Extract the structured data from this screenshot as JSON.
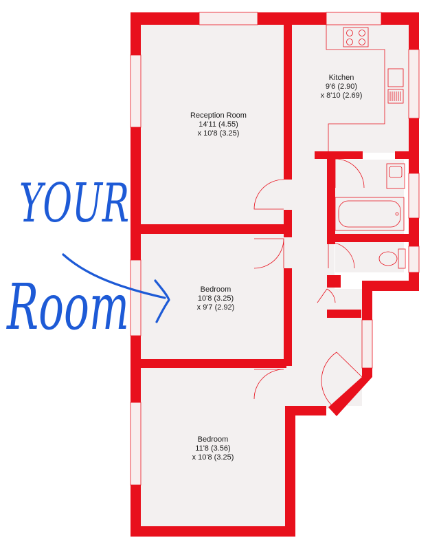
{
  "colors": {
    "wall": "#e8101c",
    "floor": "#f3f0f0",
    "window": "#f8eeee",
    "fixture_line": "#e8101c",
    "text": "#1a1a1a",
    "handwriting": "#1d5ad6"
  },
  "rooms": [
    {
      "name": "Reception Room",
      "dim1": "14'11 (4.55)",
      "dim2": "x 10'8 (3.25)"
    },
    {
      "name": "Kitchen",
      "dim1": "9'6 (2.90)",
      "dim2": "x 8'10 (2.69)"
    },
    {
      "name": "Bedroom",
      "dim1": "10'8 (3.25)",
      "dim2": "x 9'7 (2.92)"
    },
    {
      "name": "Bedroom",
      "dim1": "11'8 (3.56)",
      "dim2": "x 10'8 (3.25)"
    }
  ],
  "annotation": {
    "line1": "YOUR",
    "line2": "Room",
    "arrow_icon": "hand-drawn-arrow-icon"
  }
}
